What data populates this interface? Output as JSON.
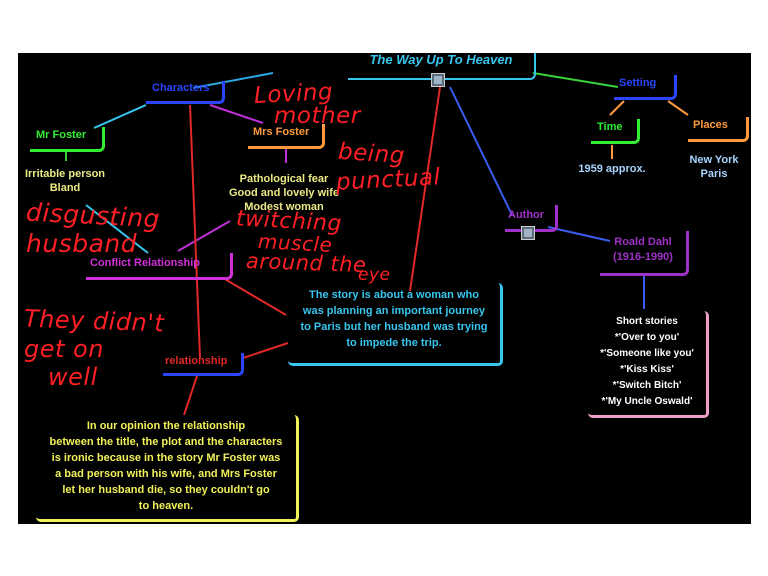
{
  "title": "The Way Up To Heaven",
  "nodes": {
    "characters": "Characters",
    "setting": "Setting",
    "time": "Time",
    "places": "Places",
    "mr_foster": "Mr Foster",
    "mrs_foster": "Mrs Foster",
    "author": "Author",
    "conflict": "Conflict Relationship",
    "relationship": "relationship",
    "roald_dahl": "Roald Dahl",
    "roald_dahl_years": "(1916-1990)"
  },
  "texts": {
    "mr_foster_traits": [
      "Irritable person",
      "Bland"
    ],
    "mrs_foster_traits": [
      "Pathological fear",
      "Good and lovely wife",
      "Modest woman"
    ],
    "time_value": "1959 approx.",
    "places_value": [
      "New York",
      "Paris"
    ],
    "plot": [
      "The story is about a woman who",
      "was planning an important journey",
      "to Paris but her husband was trying",
      "to impede the trip."
    ],
    "short_stories": [
      "Short stories",
      "*'Over to you'",
      "*'Someone like you'",
      "*'Kiss Kiss'",
      "*'Switch Bitch'",
      "*'My Uncle Oswald'"
    ],
    "opinion": [
      "In our opinion the relationship",
      "between the title, the plot and the characters",
      "is ironic because in the story Mr Foster was",
      "a bad person with his wife, and Mrs Foster",
      "let her husband die, so they couldn't go",
      "to heaven."
    ]
  },
  "handwriting": {
    "loving_mother": [
      "Loving",
      "mother"
    ],
    "being_punctual": [
      "being",
      "punctual"
    ],
    "disgusting_husband": [
      "disgusting",
      "husband"
    ],
    "twitching": [
      "twitching",
      "muscle",
      "around the",
      "eye"
    ],
    "didnt_get_on": [
      "They didn't",
      "get on",
      "well"
    ]
  },
  "colors": {
    "background": "#000000",
    "title": "#38c6ee",
    "characters": "#2b45ff",
    "setting": "#2b45ff",
    "time": "#33ee33",
    "places": "#ff9a3c",
    "mr_foster": "#33ee33",
    "mrs_foster": "#ff9a3c",
    "author": "#a030c8",
    "conflict": "#d030d8",
    "relationship": "#2b45ff",
    "roald_dahl": "#a030c8",
    "handwriting": "#ff1f24",
    "plot_border": "#38c6ee",
    "stories_border": "#f0a0c8",
    "opinion_border": "#f2f25a",
    "trait_text": "#eaea86",
    "info_text": "#a8d4ff"
  },
  "icons": [
    "note-icon",
    "image-icon"
  ]
}
